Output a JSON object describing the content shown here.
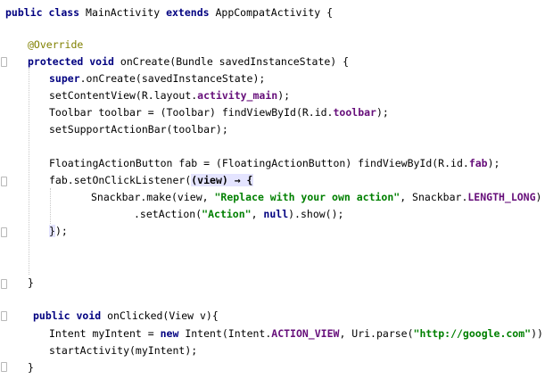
{
  "code": {
    "l1": {
      "kw1": "public",
      "kw2": "class",
      "name": "MainActivity",
      "kw3": "extends",
      "parent": "AppCompatActivity {"
    },
    "l2": {
      "ann": "@Override"
    },
    "l3": {
      "kw1": "protected",
      "kw2": "void",
      "rest": "onCreate(Bundle savedInstanceState) {"
    },
    "l4": {
      "kw": "super",
      "rest": ".onCreate(savedInstanceState);"
    },
    "l5": {
      "pre": "setContentView(R.layout.",
      "field": "activity_main",
      "post": ");"
    },
    "l6": {
      "pre": "Toolbar toolbar = (Toolbar) findViewById(R.id.",
      "field": "toolbar",
      "post": ");"
    },
    "l7": {
      "text": "setSupportActionBar(toolbar);"
    },
    "l8": {
      "pre": "FloatingActionButton fab = (FloatingActionButton) findViewById(R.id.",
      "field": "fab",
      "post": ");"
    },
    "l9": {
      "pre": "fab.setOnClickListener(",
      "param": "(view) → {",
      "post": ""
    },
    "l10": {
      "pre": "Snackbar.make(view, ",
      "str": "\"Replace with your own action\"",
      "mid": ", Snackbar.",
      "field": "LENGTH_LONG",
      "post": ")"
    },
    "l11": {
      "pre": ".setAction(",
      "str": "\"Action\"",
      "mid": ", ",
      "kw": "null",
      "post": ").show();"
    },
    "l12": {
      "hl": "}",
      "post": ");"
    },
    "l13": {
      "text": "}"
    },
    "l14": {
      "kw1": "public",
      "kw2": "void",
      "rest": "onClicked(View v){"
    },
    "l15": {
      "pre": "Intent myIntent = ",
      "kw": "new",
      "mid": " Intent(Intent.",
      "field": "ACTION_VIEW",
      "mid2": ", Uri.parse(",
      "str": "\"http://google.com\"",
      "post": "));"
    },
    "l16": {
      "text": "startActivity(myIntent);"
    },
    "l17": {
      "text": "}"
    }
  },
  "colors": {
    "keyword": "#000080",
    "annotation": "#808000",
    "string": "#008000",
    "field": "#660e7a",
    "highlight": "#e4e4ff"
  }
}
